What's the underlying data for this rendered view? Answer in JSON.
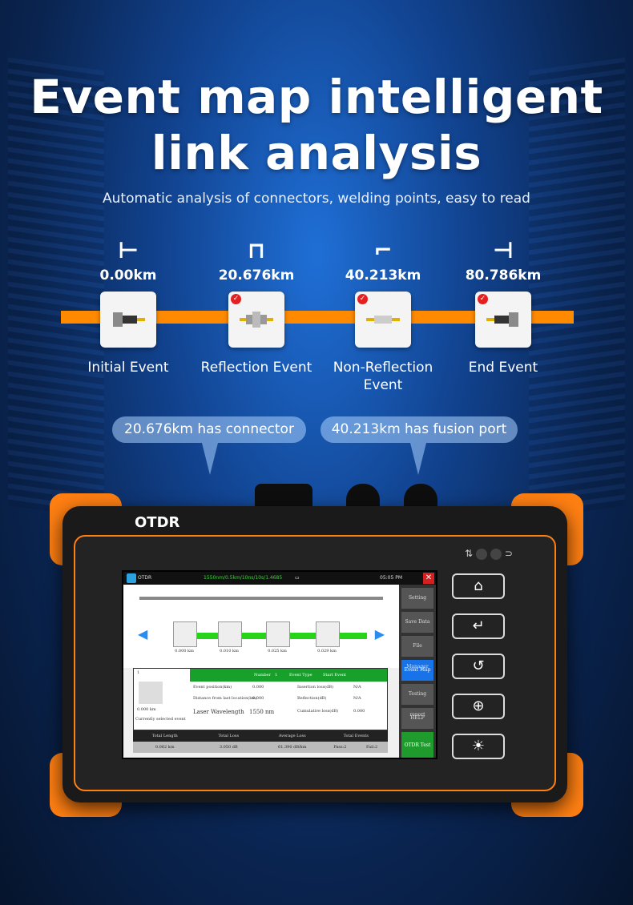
{
  "headline": {
    "line1": "Event map intelligent",
    "line2": "link analysis"
  },
  "subtitle": "Automatic analysis of connectors, welding points, easy to read",
  "events": [
    {
      "symbol": "⊢",
      "distance": "0.00km",
      "name": "Initial Event",
      "checked": false
    },
    {
      "symbol": "⊓",
      "distance": "20.676km",
      "name": "Reflection Event",
      "checked": true
    },
    {
      "symbol": "⌐",
      "distance": "40.213km",
      "name": "Non-Reflection\nEvent",
      "checked": true
    },
    {
      "symbol": "⊣",
      "distance": "80.786km",
      "name": "End Event",
      "checked": true
    }
  ],
  "callouts": [
    "20.676km has connector",
    "40.213km has fusion port"
  ],
  "device": {
    "brand": "OTDR",
    "screen": {
      "app": "OTDR",
      "status": "1550nm/0.5km/10ns/10s/1.4685",
      "time": "05:05 PM",
      "menu": [
        "Setting",
        "Save Data",
        "File Manager",
        "Event Map",
        "Testing report",
        "HELP",
        "OTDR Test"
      ],
      "map_labels": [
        "0.000 km",
        "0.010 km",
        "0.025 km",
        "0.029 km"
      ],
      "event_no": "1",
      "table_head": [
        "Number",
        "1",
        "Event Type",
        "Start Event"
      ],
      "table_rows": [
        [
          "Event position(km)",
          "0.000",
          "Insertion loss(dB)",
          "N/A"
        ],
        [
          "Distance from last location(km)",
          "0.000",
          "Reflection(dB)",
          "N/A"
        ],
        [
          "Laser Wavelength",
          "1550 nm",
          "Cumulative loss(dB)",
          "0.000"
        ]
      ],
      "selected_label": "0.000 km",
      "selected_caption": "Currently selected event",
      "summary_head": [
        "Total Length",
        "Total Loss",
        "Average Loss",
        "Total Events"
      ],
      "summary_vals": [
        "0.062 km",
        "3.050 dB",
        "61.390 dB/km",
        "Pass:2",
        "Fail:2"
      ]
    },
    "hw_buttons": [
      "home-icon",
      "enter-icon",
      "back-icon",
      "zoom-icon",
      "brightness-icon"
    ]
  },
  "colors": {
    "accent": "#ff8a00",
    "bg": "#0a2552",
    "screen_green": "#17a02a",
    "menu_active": "#1872e8"
  }
}
